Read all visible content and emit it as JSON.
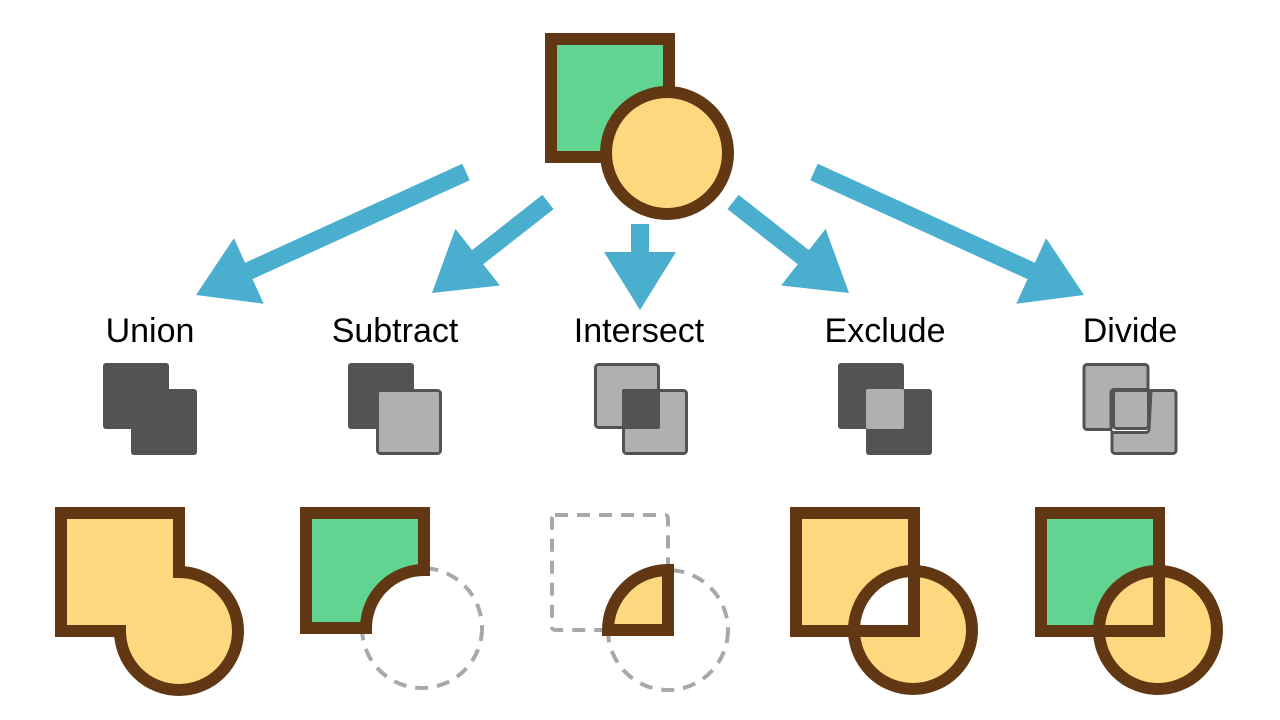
{
  "colors": {
    "outline": "#613813",
    "green": "#62d492",
    "yellow": "#fed87e",
    "arrow": "#4aaecf",
    "icon_dark": "#535353",
    "icon_light": "#b0b0b0",
    "dashed": "#a8a8a8"
  },
  "operations": [
    {
      "id": "union",
      "label": "Union",
      "icon": "union-icon"
    },
    {
      "id": "subtract",
      "label": "Subtract",
      "icon": "subtract-icon"
    },
    {
      "id": "intersect",
      "label": "Intersect",
      "icon": "intersect-icon"
    },
    {
      "id": "exclude",
      "label": "Exclude",
      "icon": "exclude-icon"
    },
    {
      "id": "divide",
      "label": "Divide",
      "icon": "divide-icon"
    }
  ]
}
